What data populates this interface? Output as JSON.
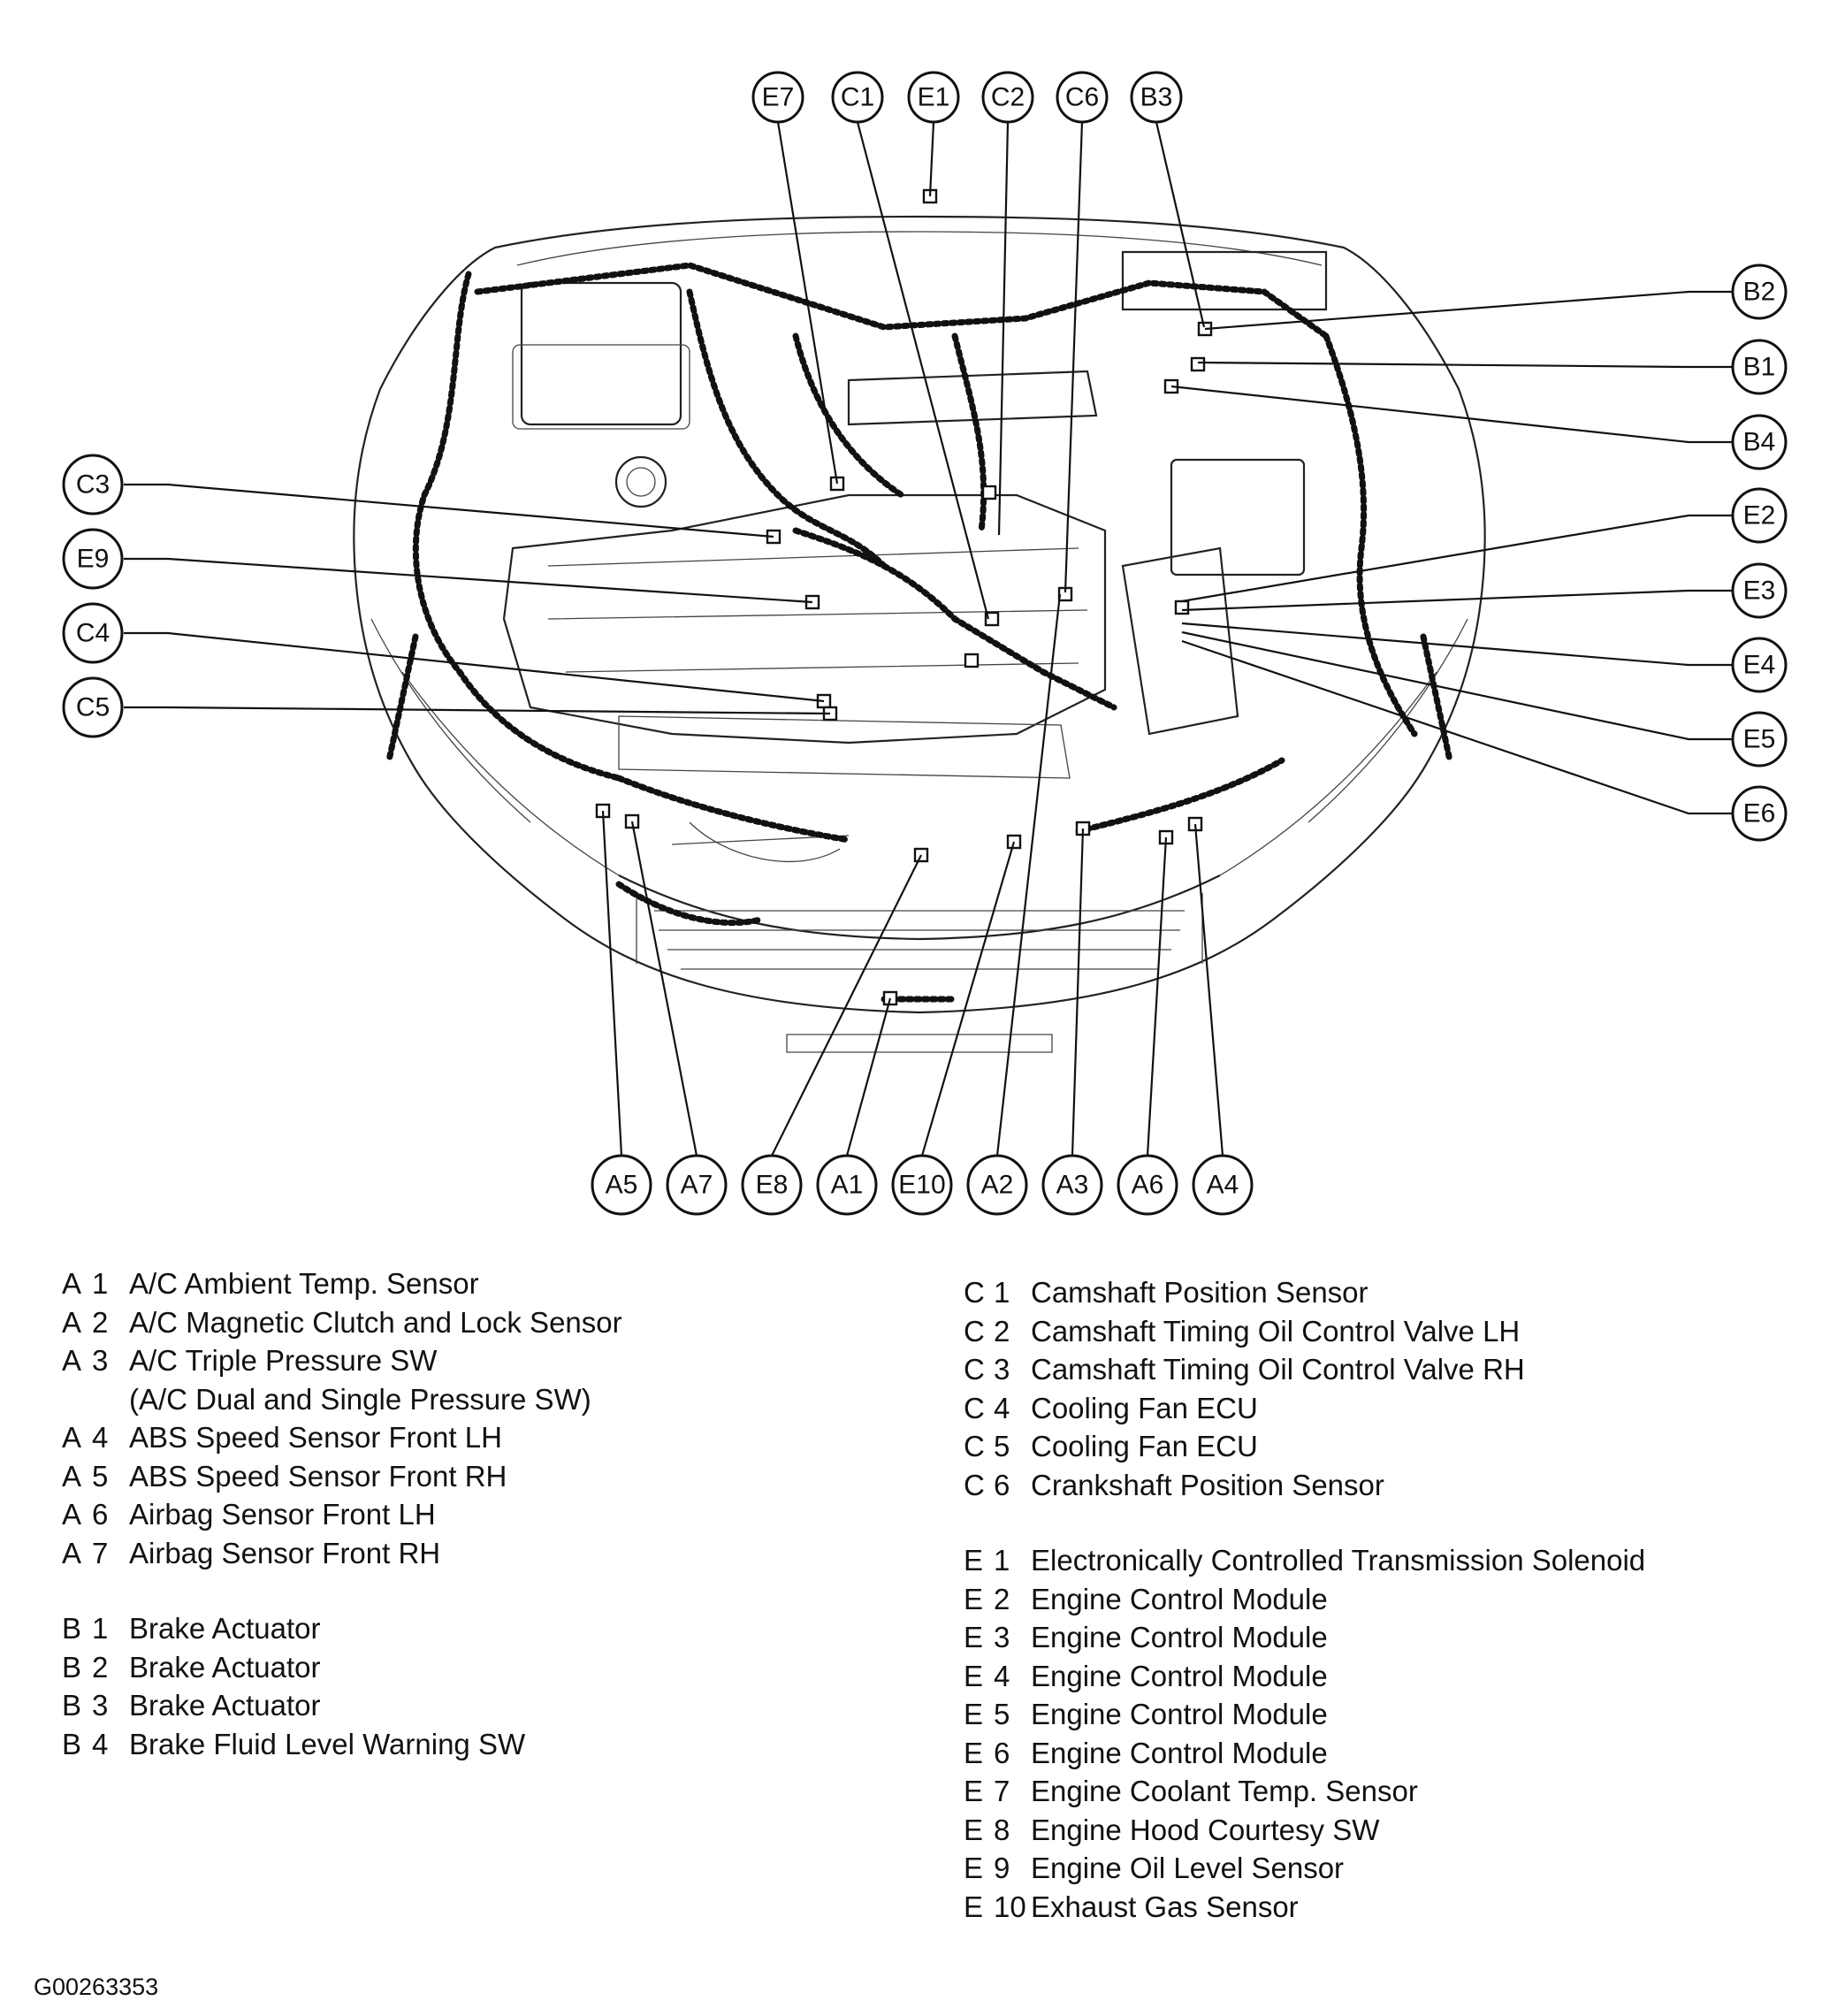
{
  "callouts": {
    "top": [
      "E7",
      "C1",
      "E1",
      "C2",
      "C6",
      "B3"
    ],
    "left": [
      "C3",
      "E9",
      "C4",
      "C5"
    ],
    "right": [
      "B2",
      "B1",
      "B4",
      "E2",
      "E3",
      "E4",
      "E5",
      "E6"
    ],
    "bottom": [
      "A5",
      "A7",
      "E8",
      "A1",
      "E10",
      "A2",
      "A3",
      "A6",
      "A4"
    ]
  },
  "legend_left": [
    {
      "group": "A",
      "num": "1",
      "label": "A/C Ambient Temp. Sensor"
    },
    {
      "group": "A",
      "num": "2",
      "label": "A/C Magnetic Clutch and Lock Sensor"
    },
    {
      "group": "A",
      "num": "3",
      "label": "A/C Triple Pressure SW"
    },
    {
      "group": "",
      "num": "",
      "label": "(A/C Dual and Single Pressure SW)"
    },
    {
      "group": "A",
      "num": "4",
      "label": "ABS Speed Sensor Front LH"
    },
    {
      "group": "A",
      "num": "5",
      "label": "ABS Speed Sensor Front RH"
    },
    {
      "group": "A",
      "num": "6",
      "label": "Airbag Sensor Front LH"
    },
    {
      "group": "A",
      "num": "7",
      "label": "Airbag Sensor Front RH"
    },
    {
      "group": "B",
      "num": "1",
      "label": "Brake Actuator"
    },
    {
      "group": "B",
      "num": "2",
      "label": "Brake Actuator"
    },
    {
      "group": "B",
      "num": "3",
      "label": "Brake Actuator"
    },
    {
      "group": "B",
      "num": "4",
      "label": "Brake Fluid Level Warning SW"
    }
  ],
  "legend_right": [
    {
      "group": "C",
      "num": "1",
      "label": "Camshaft Position Sensor"
    },
    {
      "group": "C",
      "num": "2",
      "label": "Camshaft Timing Oil Control Valve LH"
    },
    {
      "group": "C",
      "num": "3",
      "label": "Camshaft Timing Oil Control Valve RH"
    },
    {
      "group": "C",
      "num": "4",
      "label": "Cooling Fan ECU"
    },
    {
      "group": "C",
      "num": "5",
      "label": "Cooling Fan ECU"
    },
    {
      "group": "C",
      "num": "6",
      "label": "Crankshaft Position Sensor"
    },
    {
      "group": "E",
      "num": "1",
      "label": "Electronically Controlled Transmission Solenoid"
    },
    {
      "group": "E",
      "num": "2",
      "label": "Engine Control Module"
    },
    {
      "group": "E",
      "num": "3",
      "label": "Engine Control Module"
    },
    {
      "group": "E",
      "num": "4",
      "label": "Engine Control Module"
    },
    {
      "group": "E",
      "num": "5",
      "label": "Engine Control Module"
    },
    {
      "group": "E",
      "num": "6",
      "label": "Engine Control Module"
    },
    {
      "group": "E",
      "num": "7",
      "label": "Engine Coolant Temp. Sensor"
    },
    {
      "group": "E",
      "num": "8",
      "label": "Engine Hood Courtesy SW"
    },
    {
      "group": "E",
      "num": "9",
      "label": "Engine Oil Level Sensor"
    },
    {
      "group": "E",
      "num": "10",
      "label": "Exhaust Gas Sensor"
    }
  ],
  "figure_id": "G00263353"
}
